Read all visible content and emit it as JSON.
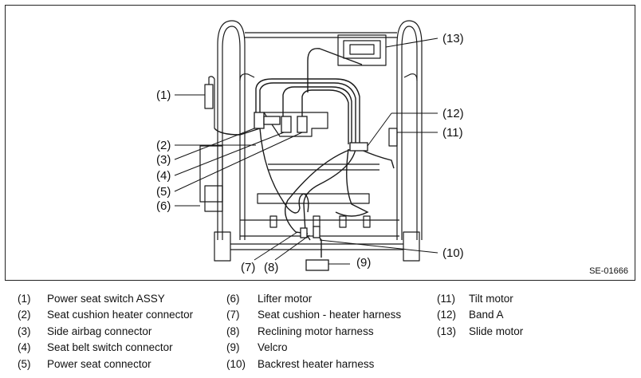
{
  "figure_code": "SE-01666",
  "callouts": [
    "(1)",
    "(2)",
    "(3)",
    "(4)",
    "(5)",
    "(6)",
    "(7)",
    "(8)",
    "(9)",
    "(10)",
    "(11)",
    "(12)",
    "(13)"
  ],
  "legend": [
    {
      "num": "(1)",
      "text": "Power seat switch ASSY"
    },
    {
      "num": "(2)",
      "text": "Seat cushion heater connector"
    },
    {
      "num": "(3)",
      "text": "Side airbag connector"
    },
    {
      "num": "(4)",
      "text": "Seat belt switch connector"
    },
    {
      "num": "(5)",
      "text": "Power seat connector"
    },
    {
      "num": "(6)",
      "text": "Lifter motor"
    },
    {
      "num": "(7)",
      "text": "Seat cushion - heater harness"
    },
    {
      "num": "(8)",
      "text": "Reclining motor harness"
    },
    {
      "num": "(9)",
      "text": "Velcro"
    },
    {
      "num": "(10)",
      "text": "Backrest heater harness"
    },
    {
      "num": "(11)",
      "text": "Tilt motor"
    },
    {
      "num": "(12)",
      "text": "Band A"
    },
    {
      "num": "(13)",
      "text": "Slide motor"
    }
  ]
}
